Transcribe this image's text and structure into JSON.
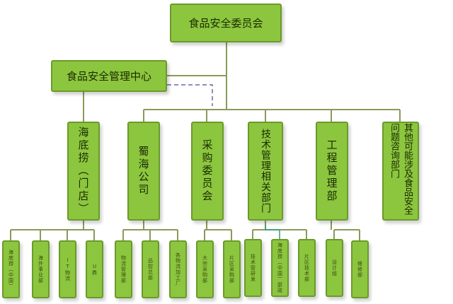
{
  "top": "食品安全委员会",
  "center": "食品安全管理中心",
  "departments": [
    {
      "label": "海底捞（门店）",
      "children": [
        "海底捞（中国）",
        "海外事业部",
        "IT物流",
        "U鼎"
      ]
    },
    {
      "label": "蜀海公司",
      "children": [
        "物流管理部",
        "品控总部",
        "各物流加工厂"
      ]
    },
    {
      "label": "采购委员会",
      "children": [
        "大宗采购部",
        "片区采购部"
      ]
    },
    {
      "label": "技术管理相关部门",
      "children": [
        "技术管研发",
        "海底捞（中国）厨政",
        "片区技术部"
      ]
    },
    {
      "label": "工程管理部",
      "children": [
        "设计组",
        "维修部"
      ]
    },
    {
      "label": "其他可能涉及食品安全问题咨询部门",
      "children": []
    }
  ],
  "colors": {
    "box": "#8cc63f",
    "border": "#6b9a2a",
    "line": "#8a9a5a",
    "dashed": "#6a6aa0"
  }
}
